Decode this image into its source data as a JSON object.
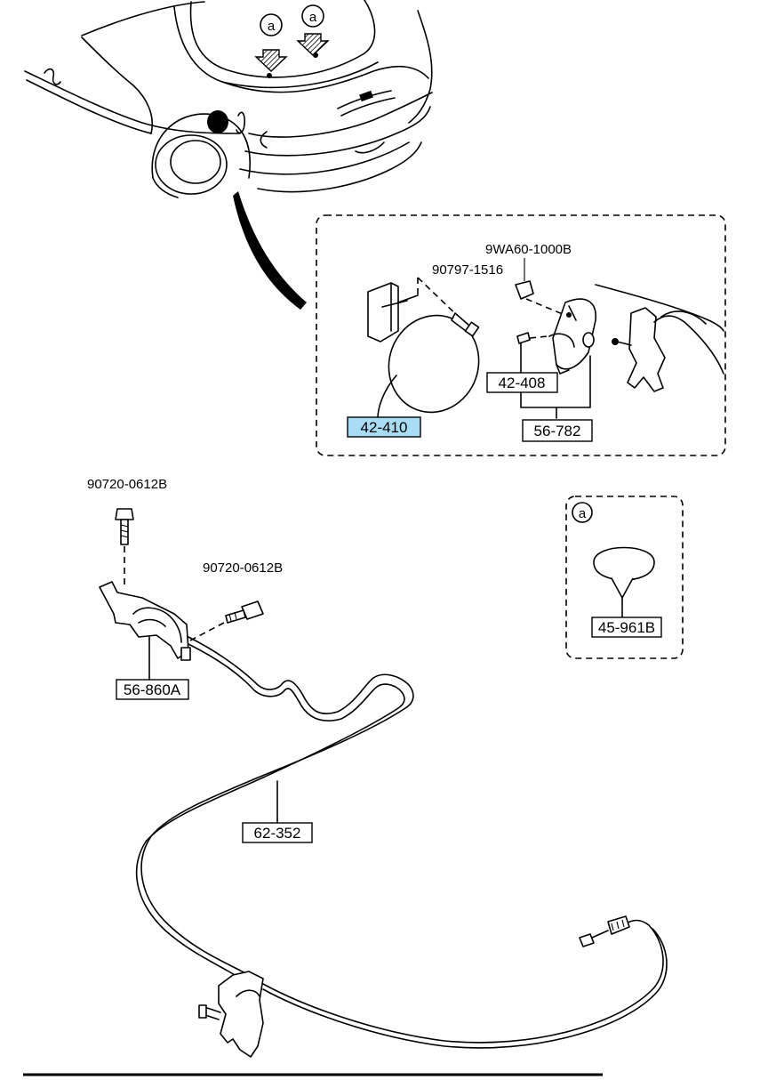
{
  "callouts": {
    "a1": "a",
    "a2": "a",
    "a3": "a"
  },
  "labels": {
    "p9wa60": "9WA60-1000B",
    "p90797": "90797-1516",
    "p90720_top": "90720-0612B",
    "p90720_mid": "90720-0612B"
  },
  "boxes": {
    "p42408": "42-408",
    "p42410": "42-410",
    "p56782": "56-782",
    "p45961": "45-961B",
    "p56860": "56-860A",
    "p62352": "62-352"
  },
  "colors": {
    "highlight": "#a9dcf5",
    "line": "#000000"
  },
  "icons": {
    "callout_marker": "circled-letter-a",
    "arrow": "hatched-down-arrow"
  }
}
